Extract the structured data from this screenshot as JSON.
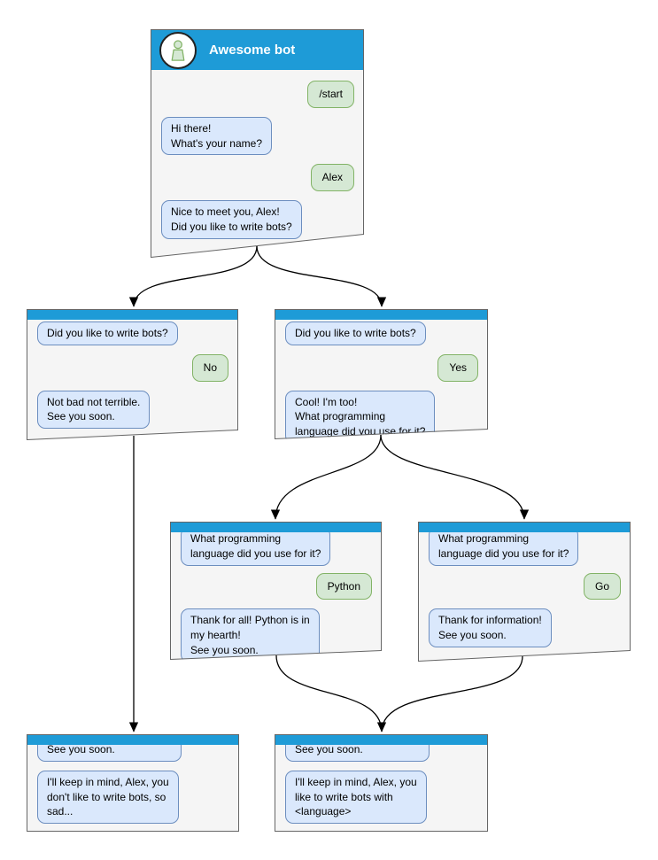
{
  "diagram": {
    "kind": "chatbot-conversation-flowchart",
    "colors": {
      "titlebar_blue": "#1E9BD7",
      "window_fill": "#F5F5F5",
      "window_border": "#666666",
      "bot_bubble_fill": "#DAE8FC",
      "bot_bubble_border": "#6C8EBF",
      "user_bubble_fill": "#D5E8D4",
      "user_bubble_border": "#82B366",
      "arrow_color": "#000000"
    },
    "icons": {
      "avatar": "user-person-icon"
    }
  },
  "windows": {
    "main": {
      "title": "Awesome bot",
      "messages": [
        {
          "from": "user",
          "text": "/start"
        },
        {
          "from": "bot",
          "text": "Hi there!\nWhat's your name?"
        },
        {
          "from": "user",
          "text": "Alex"
        },
        {
          "from": "bot",
          "text": "Nice to meet you, Alex!\nDid you like to write bots?"
        }
      ]
    },
    "branch_no": {
      "messages": [
        {
          "from": "bot",
          "text": "Did you like to write bots?"
        },
        {
          "from": "user",
          "text": "No"
        },
        {
          "from": "bot",
          "text": "Not bad not terrible.\nSee you soon."
        }
      ]
    },
    "branch_yes": {
      "messages": [
        {
          "from": "bot",
          "text": "Did you like to write bots?"
        },
        {
          "from": "user",
          "text": "Yes"
        },
        {
          "from": "bot",
          "text": "Cool! I'm too!\nWhat programming\nlanguage did you use for it?"
        }
      ]
    },
    "lang_python": {
      "messages": [
        {
          "from": "bot",
          "text": "What programming\nlanguage did you use for it?"
        },
        {
          "from": "user",
          "text": "Python"
        },
        {
          "from": "bot",
          "text": "Thank for all! Python is in\nmy hearth!\nSee you soon."
        }
      ]
    },
    "lang_go": {
      "messages": [
        {
          "from": "bot",
          "text": "What programming\nlanguage did you use for it?"
        },
        {
          "from": "user",
          "text": "Go"
        },
        {
          "from": "bot",
          "text": "Thank for information!\nSee you soon."
        }
      ]
    },
    "end_no": {
      "messages": [
        {
          "from": "bot",
          "text": "See you soon."
        },
        {
          "from": "bot",
          "text": "I'll keep in mind, Alex, you\ndon't like to write bots, so\nsad..."
        }
      ]
    },
    "end_yes": {
      "messages": [
        {
          "from": "bot",
          "text": "See you soon."
        },
        {
          "from": "bot",
          "text": "I'll keep in mind, Alex, you\nlike to write bots with\n<language>"
        }
      ]
    }
  }
}
